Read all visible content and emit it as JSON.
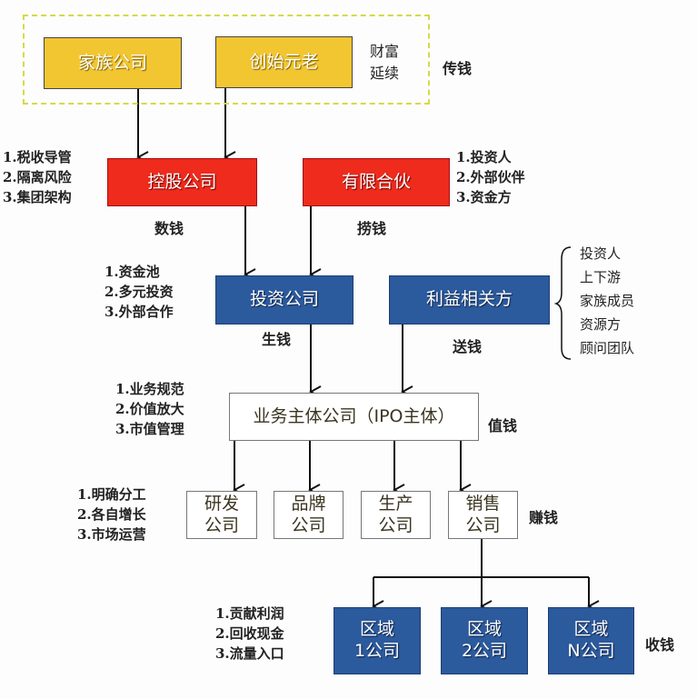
{
  "top": {
    "family_company": "家族公司",
    "founders": "创始元老",
    "wealth_line1": "财富",
    "wealth_line2": "延续",
    "tag": "传钱"
  },
  "holding": {
    "label": "控股公司",
    "notes": [
      "1.税收导管",
      "2.隔离风险",
      "3.集团架构"
    ],
    "tag": "数钱"
  },
  "lp": {
    "label": "有限合伙",
    "notes": [
      "1.投资人",
      "2.外部伙伴",
      "3.资金方"
    ],
    "tag": "捞钱"
  },
  "investment": {
    "label": "投资公司",
    "notes": [
      "1.资金池",
      "2.多元投资",
      "3.外部合作"
    ],
    "tag": "生钱"
  },
  "stakeholders": {
    "label": "利益相关方",
    "list": [
      "投资人",
      "上下游",
      "家族成员",
      "资源方",
      "顾问团队"
    ],
    "tag": "送钱"
  },
  "business": {
    "label": "业务主体公司（IPO主体）",
    "notes": [
      "1.业务规范",
      "2.价值放大",
      "3.市值管理"
    ],
    "tag": "值钱"
  },
  "subs": {
    "items": [
      {
        "l1": "研发",
        "l2": "公司"
      },
      {
        "l1": "品牌",
        "l2": "公司"
      },
      {
        "l1": "生产",
        "l2": "公司"
      },
      {
        "l1": "销售",
        "l2": "公司"
      }
    ],
    "notes": [
      "1.明确分工",
      "2.各自增长",
      "3.市场运营"
    ],
    "tag": "赚钱"
  },
  "regions": {
    "items": [
      {
        "l1": "区域",
        "l2": "1公司"
      },
      {
        "l1": "区域",
        "l2": "2公司"
      },
      {
        "l1": "区域",
        "l2": "N公司"
      }
    ],
    "notes": [
      "1.贡献利润",
      "2.回收现金",
      "3.流量入口"
    ],
    "tag": "收钱"
  },
  "colors": {
    "yellow": "#f2c631",
    "red": "#ee2b1c",
    "blue": "#2b5a9d"
  }
}
